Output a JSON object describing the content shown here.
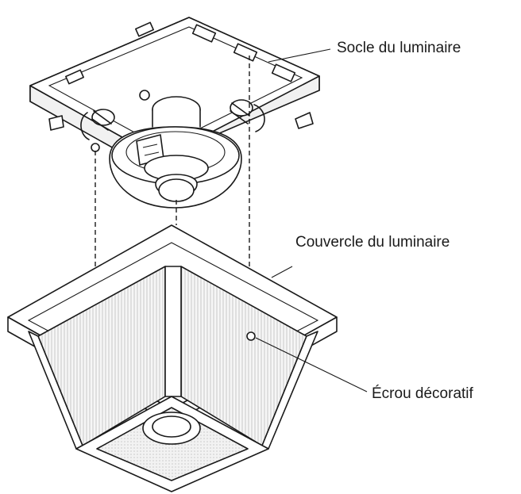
{
  "callouts": {
    "base": "Socle du luminaire",
    "cover": "Couvercle du luminaire",
    "nut": "Écrou décoratif"
  }
}
